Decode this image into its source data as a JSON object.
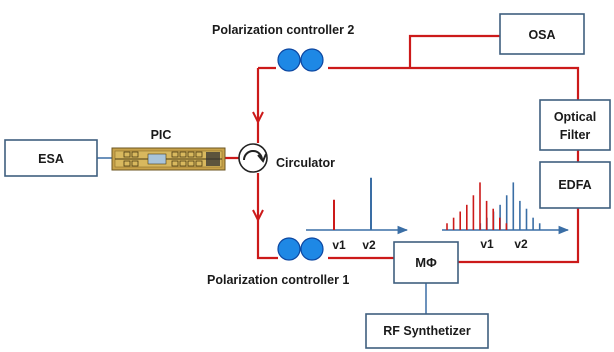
{
  "labels": {
    "pc2": "Polarization controller 2",
    "pc1": "Polarization controller 1",
    "pic": "PIC",
    "circulator": "Circulator",
    "osa": "OSA",
    "esa": "ESA",
    "optical_filter_line1": "Optical",
    "optical_filter_line2": "Filter",
    "edfa": "EDFA",
    "modulator": "MΦ",
    "rf_synth": "RF Synthetizer",
    "v1_left": "v1",
    "v2_left": "v2",
    "v1_right": "v1",
    "v2_right": "v2"
  },
  "colors": {
    "optical_path": "#cc1a1a",
    "electrical_path": "#3a6ea5",
    "controller": "#1e88e5",
    "box_border": "#3f5f7f"
  },
  "spectrum_left": {
    "v1_level": 0.55,
    "v2_level": 0.95
  },
  "spectrum_right": {
    "v1_levels": [
      0.12,
      0.22,
      0.33,
      0.45,
      0.62,
      0.85,
      0.52,
      0.38,
      0.22,
      0.12
    ],
    "v2_levels": [
      0.12,
      0.22,
      0.33,
      0.45,
      0.62,
      0.85,
      0.52,
      0.38,
      0.22,
      0.12
    ]
  }
}
